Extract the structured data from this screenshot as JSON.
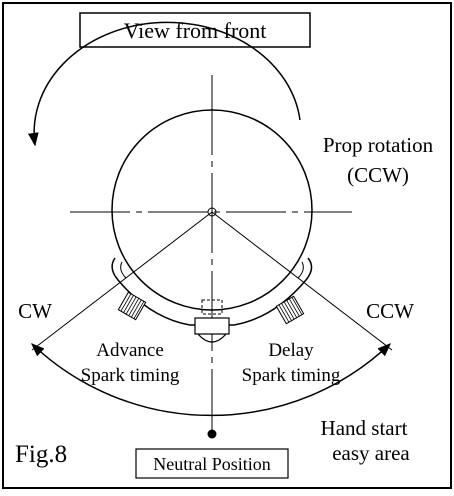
{
  "title": "View from front",
  "labels": {
    "prop_rotation_line1": "Prop rotation",
    "prop_rotation_line2": "(CCW)",
    "cw": "CW",
    "ccw": "CCW",
    "advance_line1": "Advance",
    "advance_line2": "Spark timing",
    "delay_line1": "Delay",
    "delay_line2": "Spark timing",
    "hand_start_line1": "Hand start",
    "hand_start_line2": "easy area",
    "figure": "Fig.8",
    "neutral": "Neutral Position"
  },
  "colors": {
    "ink": "#000000",
    "paper": "#ffffff"
  }
}
